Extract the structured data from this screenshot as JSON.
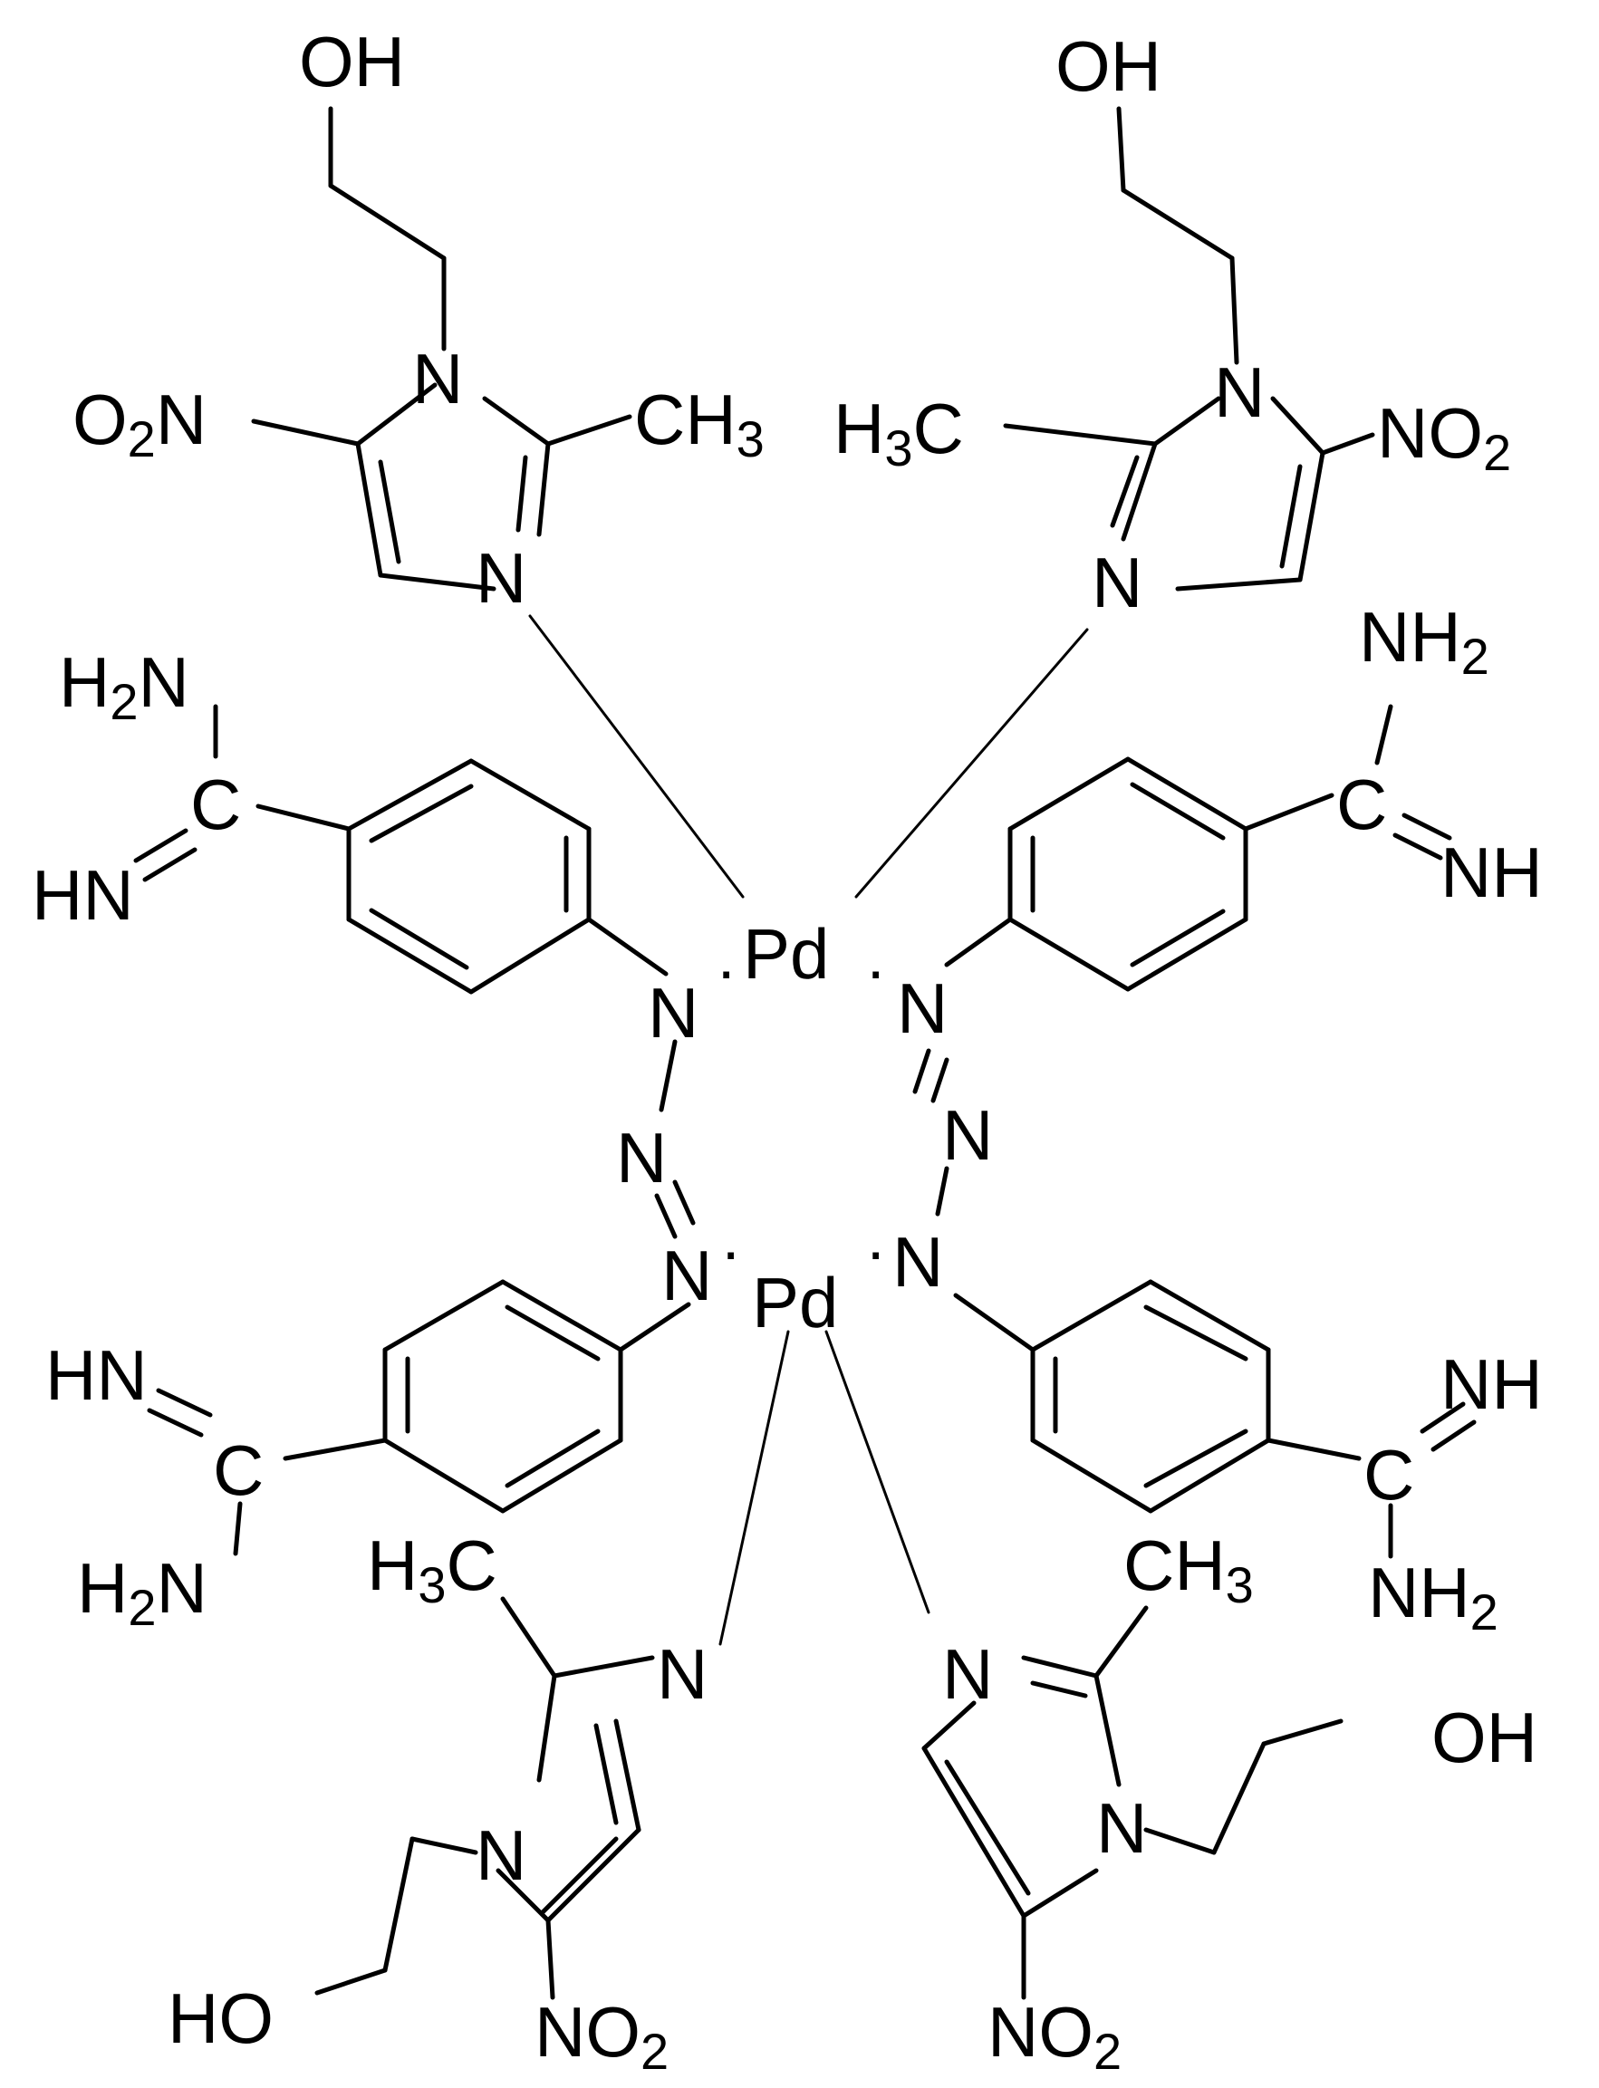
{
  "atoms": {
    "pd": "Pd",
    "n": "N",
    "c": "C",
    "oh": "OH",
    "ho": "HO",
    "nh": "NH",
    "hn": "HN",
    "nh2_main": "NH",
    "h2n_main": "H",
    "h2n_tail": "N",
    "sub2": "2",
    "sub3": "3",
    "ch3_main": "CH",
    "h3c_main": "H",
    "h3c_tail": "C",
    "no2_main": "NO",
    "o2n_main": "O",
    "o2n_tail": "N",
    "dot": "·"
  }
}
